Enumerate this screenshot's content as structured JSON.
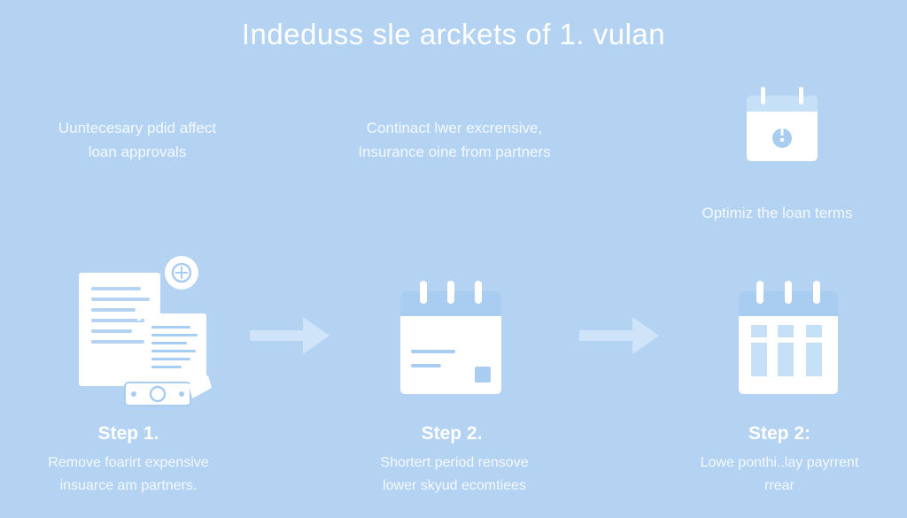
{
  "title": "Indeduss sle arckets of 1. vulan",
  "notes": [
    {
      "line1": "Uuntecesary pdid affect",
      "line2": "loan approvals"
    },
    {
      "line1": "Continact lwer excrensive,",
      "line2": "Insurance oine from partners"
    },
    {
      "line1": "Optimiz the loan terms",
      "line2": ""
    }
  ],
  "steps": [
    {
      "label": "Step 1.",
      "line1": "Remove foarirt expensive",
      "line2": "insuarce am partners."
    },
    {
      "label": "Step 2.",
      "line1": "Shortert period rensove",
      "line2": "lower skyud ecomtiees"
    },
    {
      "label": "Step 2:",
      "line1": "Lowe ponthi..lay payrrent",
      "line2": "rrear"
    }
  ],
  "icons": [
    "documents-money-icon",
    "calendar-card-icon",
    "calendar-grid-icon",
    "calendar-alert-icon",
    "arrow-right-icon"
  ],
  "colors": {
    "background": "#b4d3f2",
    "icon_white": "#ffffff",
    "icon_blue": "#a9cdf0",
    "icon_header": "#c6e0f7"
  }
}
